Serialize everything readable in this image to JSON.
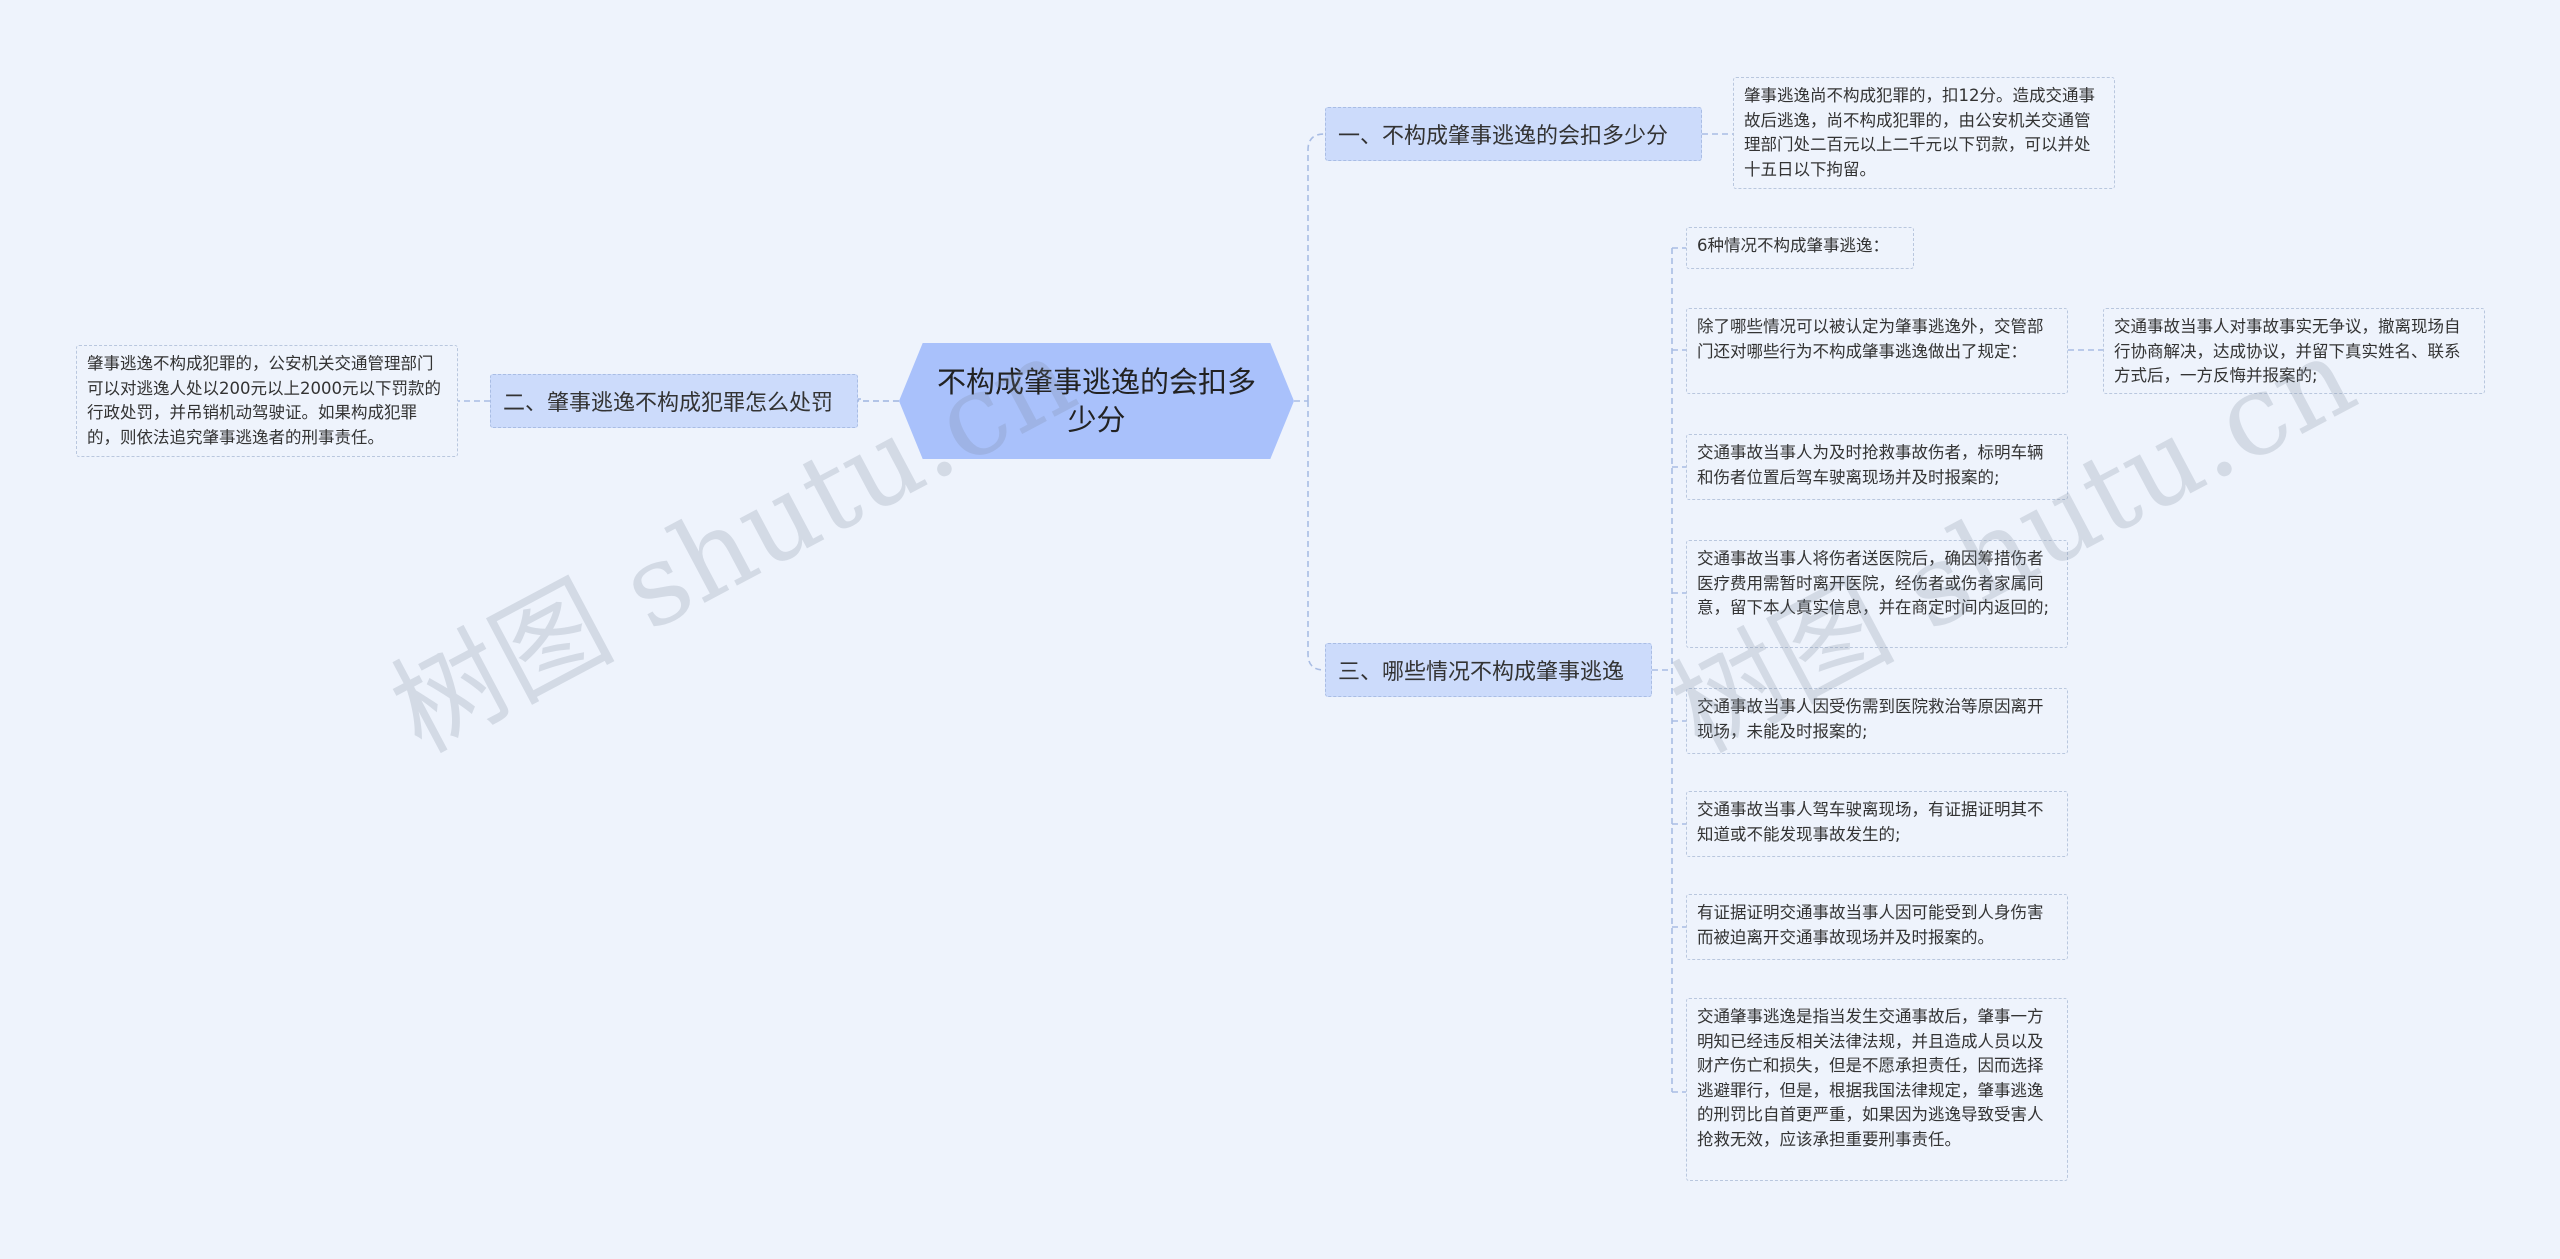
{
  "root": {
    "title": "不构成肇事逃逸的会扣多少分"
  },
  "branches": [
    {
      "label": "一、不构成肇事逃逸的会扣多少分"
    },
    {
      "label": "二、肇事逃逸不构成犯罪怎么处罚"
    },
    {
      "label": "三、哪些情况不构成肇事逃逸"
    }
  ],
  "leaves": {
    "b1_detail": "肇事逃逸尚不构成犯罪的，扣12分。造成交通事故后逃逸，尚不构成犯罪的，由公安机关交通管理部门处二百元以上二千元以下罚款，可以并处十五日以下拘留。",
    "b2_detail": "肇事逃逸不构成犯罪的，公安机关交通管理部门可以对逃逸人处以200元以上2000元以下罚款的行政处罚，并吊销机动驾驶证。如果构成犯罪的，则依法追究肇事逃逸者的刑事责任。",
    "b3_items": [
      "6种情况不构成肇事逃逸：",
      "除了哪些情况可以被认定为肇事逃逸外，交管部门还对哪些行为不构成肇事逃逸做出了规定：",
      "交通事故当事人为及时抢救事故伤者，标明车辆和伤者位置后驾车驶离现场并及时报案的;",
      "交通事故当事人将伤者送医院后，确因筹措伤者医疗费用需暂时离开医院，经伤者或伤者家属同意，留下本人真实信息，并在商定时间内返回的;",
      "交通事故当事人因受伤需到医院救治等原因离开现场，未能及时报案的;",
      "交通事故当事人驾车驶离现场，有证据证明其不知道或不能发现事故发生的;",
      "有证据证明交通事故当事人因可能受到人身伤害而被迫离开交通事故现场并及时报案的。",
      "交通肇事逃逸是指当发生交通事故后，肇事一方明知已经违反相关法律法规，并且造成人员以及财产伤亡和损失，但是不愿承担责任，因而选择逃避罪行，但是，根据我国法律规定，肇事逃逸的刑罚比自首更严重，如果因为逃逸导致受害人抢救无效，应该承担重要刑事责任。"
    ],
    "b3_sub": "交通事故当事人对事故事实无争议，撤离现场自行协商解决，达成协议，并留下真实姓名、联系方式后，一方反悔并报案的;"
  },
  "watermarks": [
    "树图 shutu.cn",
    "树图 shutu.cn"
  ],
  "colors": {
    "background": "#eef3fc",
    "root": "#a9c1fb",
    "branch": "#ccdbfb",
    "line": "#a9bde4"
  }
}
